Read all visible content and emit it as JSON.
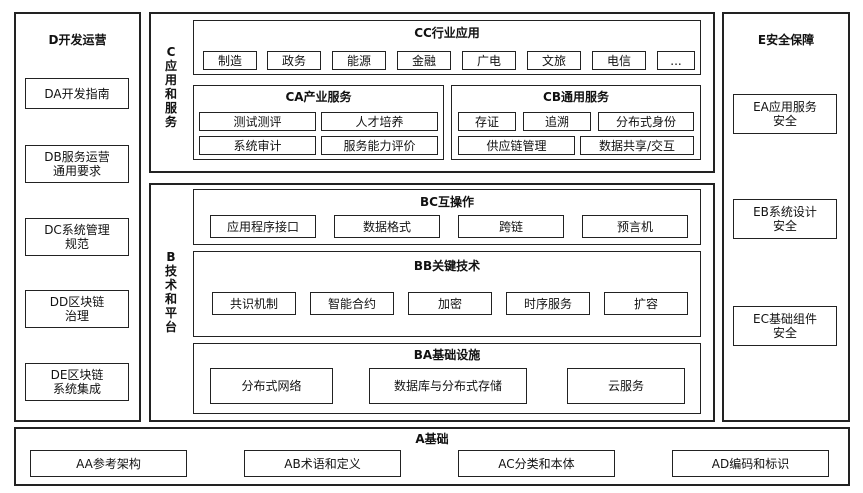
{
  "D": {
    "title": "D开发运营",
    "items": [
      "DA开发指南",
      "DB服务运营\n通用要求",
      "DC系统管理\n规范",
      "DD区块链\n治理",
      "DE区块链\n系统集成"
    ]
  },
  "C": {
    "vertical": "C\n应\n用\n和\n服\n务",
    "CC": {
      "title": "CC行业应用",
      "items": [
        "制造",
        "政务",
        "能源",
        "金融",
        "广电",
        "文旅",
        "电信",
        "..."
      ]
    },
    "CA": {
      "title": "CA产业服务",
      "items": [
        "测试测评",
        "人才培养",
        "系统审计",
        "服务能力评价"
      ]
    },
    "CB": {
      "title": "CB通用服务",
      "items": [
        "存证",
        "追溯",
        "分布式身份",
        "供应链管理",
        "数据共享/交互"
      ]
    }
  },
  "B": {
    "vertical": "B\n技\n术\n和\n平\n台",
    "BC": {
      "title": "BC互操作",
      "items": [
        "应用程序接口",
        "数据格式",
        "跨链",
        "预言机"
      ]
    },
    "BB": {
      "title": "BB关键技术",
      "items": [
        "共识机制",
        "智能合约",
        "加密",
        "时序服务",
        "扩容"
      ]
    },
    "BA": {
      "title": "BA基础设施",
      "items": [
        "分布式网络",
        "数据库与分布式存储",
        "云服务"
      ]
    }
  },
  "E": {
    "title": "E安全保障",
    "items": [
      "EA应用服务\n安全",
      "EB系统设计\n安全",
      "EC基础组件\n安全"
    ]
  },
  "A": {
    "title": "A基础",
    "items": [
      "AA参考架构",
      "AB术语和定义",
      "AC分类和本体",
      "AD编码和标识"
    ]
  }
}
